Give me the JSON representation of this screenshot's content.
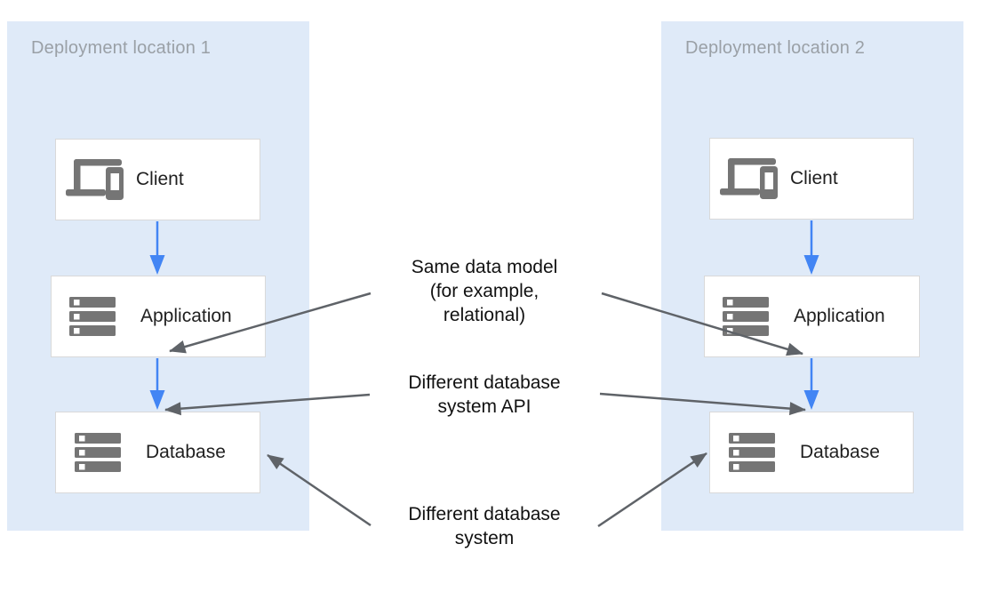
{
  "diagram": {
    "panels": [
      {
        "title": "Deployment location 1",
        "nodes": [
          {
            "label": "Client",
            "icon": "devices-icon"
          },
          {
            "label": "Application",
            "icon": "server-stack-icon"
          },
          {
            "label": "Database",
            "icon": "server-stack-icon"
          }
        ]
      },
      {
        "title": "Deployment location 2",
        "nodes": [
          {
            "label": "Client",
            "icon": "devices-icon"
          },
          {
            "label": "Application",
            "icon": "server-stack-icon"
          },
          {
            "label": "Database",
            "icon": "server-stack-icon"
          }
        ]
      }
    ],
    "annotations": [
      {
        "text": "Same data model\n(for example,\nrelational)",
        "points_to": [
          "Application (left)",
          "Application (right)"
        ]
      },
      {
        "text": "Different database\nsystem API",
        "points_to": [
          "Database (left)",
          "Database (right)"
        ]
      },
      {
        "text": "Different database\nsystem",
        "points_to": [
          "Database (left)",
          "Database (right)"
        ]
      }
    ],
    "flow": "Client -> Application -> Database (both deployment locations)",
    "colors": {
      "panel_bg": "#dfeaf8",
      "panel_title": "#9aa0a6",
      "node_bg": "#ffffff",
      "node_border": "#d9d9d9",
      "node_label": "#1f1f1f",
      "icon_gray": "#757575",
      "flow_arrow_blue": "#4285f4",
      "annotation_arrow_gray": "#5f6368",
      "annotation_text": "#111111"
    }
  }
}
